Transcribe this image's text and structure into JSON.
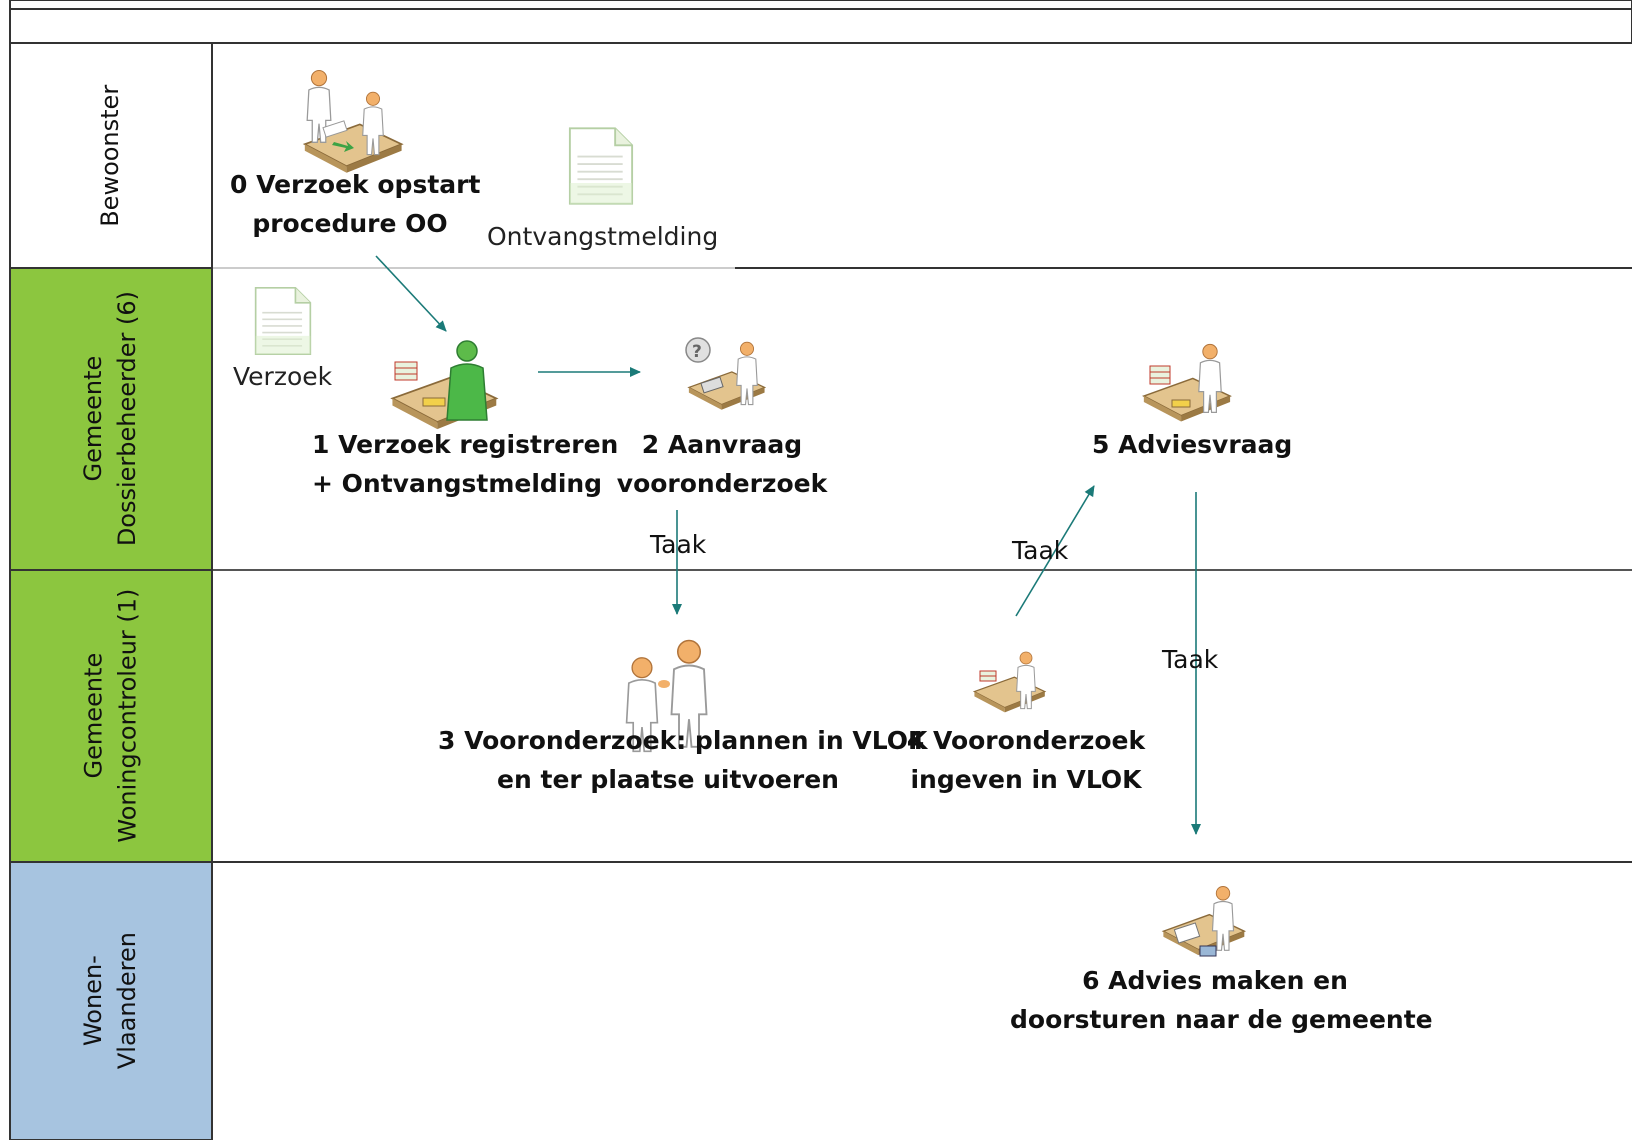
{
  "colors": {
    "border": "#333333",
    "lane_green": "#8CC63F",
    "lane_blue": "#A7C4E0",
    "arrow": "#1B7A78"
  },
  "lanes": [
    {
      "line1": "Bewoonster",
      "line2": ""
    },
    {
      "line1": "Gemeente",
      "line2": "Dossierbeheerder (6)"
    },
    {
      "line1": "Gemeente",
      "line2": "Woningcontroleur (1)"
    },
    {
      "line1": "Wonen-",
      "line2": "Vlaanderen"
    }
  ],
  "steps": [
    {
      "line1": "0 Verzoek opstart",
      "line2": "procedure OO",
      "icon": "meeting-person-icon"
    },
    {
      "line1": "1 Verzoek registreren",
      "line2": "+ Ontvangstmelding",
      "icon": "desk-worker-highlighted-icon"
    },
    {
      "line1": "2 Aanvraag",
      "line2": "vooronderzoek",
      "icon": "phone-question-worker-icon"
    },
    {
      "line1": "3 Vooronderzoek: plannen in VLOK",
      "line2": "en ter plaatse uitvoeren",
      "icon": "handshake-icon"
    },
    {
      "line1": "4 Vooronderzoek",
      "line2": "ingeven in VLOK",
      "icon": "desk-worker-icon"
    },
    {
      "line1": "5 Adviesvraag",
      "line2": "",
      "icon": "desk-worker-icon"
    },
    {
      "line1": "6 Advies maken en",
      "line2": "doorsturen naar de gemeente",
      "icon": "desk-calculator-worker-icon"
    }
  ],
  "documents": [
    {
      "label": "Ontvangstmelding",
      "icon": "document-icon"
    },
    {
      "label": "Verzoek",
      "icon": "document-icon"
    }
  ],
  "flow_labels": [
    "Taak",
    "Taak",
    "Taak"
  ]
}
